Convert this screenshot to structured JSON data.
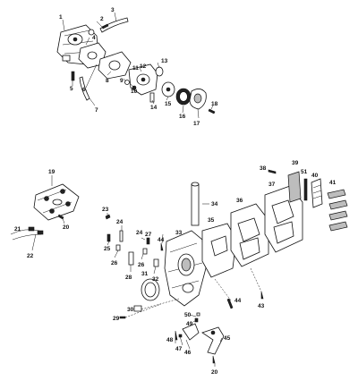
{
  "labels": {
    "n1": "1",
    "n2": "2",
    "n3": "3",
    "n4": "4",
    "n5": "5",
    "n6": "6",
    "n7": "7",
    "n8": "8",
    "n9": "9",
    "n10": "10",
    "n11": "11",
    "n12": "12",
    "n13": "13",
    "n14": "14",
    "n15": "15",
    "n16": "16",
    "n17": "17",
    "n18": "18",
    "n19": "19",
    "n20": "20",
    "n21": "21",
    "n22": "22",
    "n23": "23",
    "n24": "24",
    "n25": "25",
    "n26": "26",
    "n27": "27",
    "n28": "28",
    "n29": "29",
    "n30": "30",
    "n31": "31",
    "n32": "32",
    "n33": "33",
    "n34": "34",
    "n35": "35",
    "n36": "36",
    "n37": "37",
    "n38": "38",
    "n39": "39",
    "n40": "40",
    "n41": "41",
    "n43": "43",
    "n44": "44",
    "n45": "45",
    "n46": "46",
    "n47": "47",
    "n48": "48",
    "n49": "49",
    "n50": "50",
    "n51": "51"
  }
}
